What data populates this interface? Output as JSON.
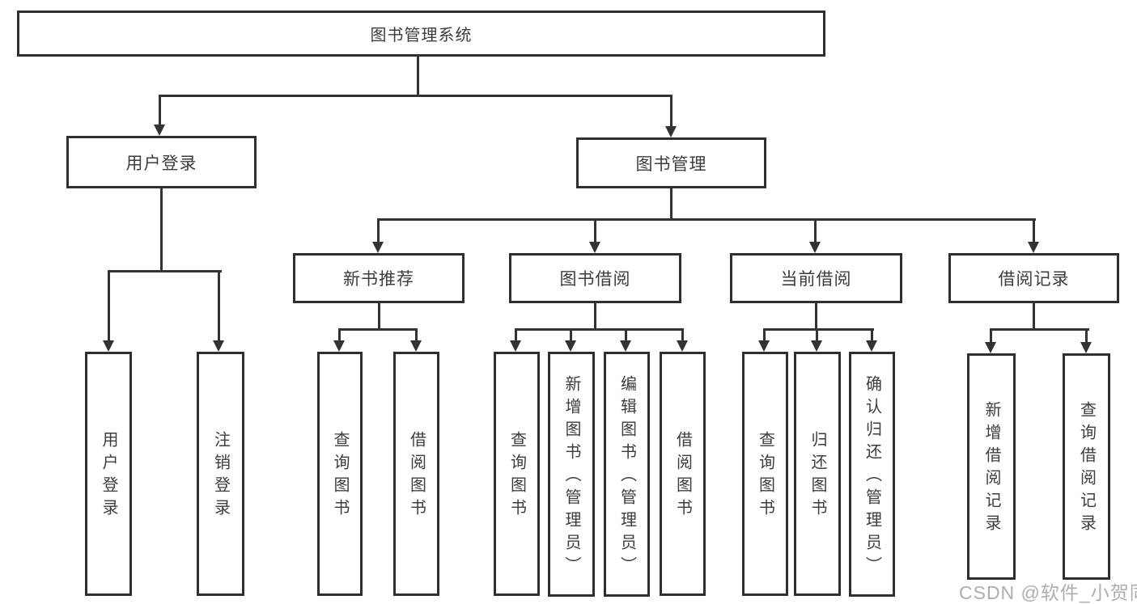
{
  "tree": {
    "root": "图书管理系统",
    "branches": [
      {
        "label": "用户登录",
        "leaves": [
          "用户登录",
          "注销登录"
        ]
      },
      {
        "label": "图书管理",
        "children": [
          {
            "label": "新书推荐",
            "leaves": [
              "查询图书",
              "借阅图书"
            ]
          },
          {
            "label": "图书借阅",
            "leaves": [
              "查询图书",
              "新增图书（管理员）",
              "编辑图书（管理员）",
              "借阅图书"
            ]
          },
          {
            "label": "当前借阅",
            "leaves": [
              "查询图书",
              "归还图书",
              "确认归还（管理员）"
            ]
          },
          {
            "label": "借阅记录",
            "leaves": [
              "新增借阅记录",
              "查询借阅记录"
            ]
          }
        ]
      }
    ]
  },
  "watermark": "CSDN @软件_小贺同学",
  "colors": {
    "line": "#333333",
    "border": "#2f2f2f",
    "text": "#3d3d3d",
    "watermark": "#aeaeae",
    "background": "#ffffff"
  }
}
